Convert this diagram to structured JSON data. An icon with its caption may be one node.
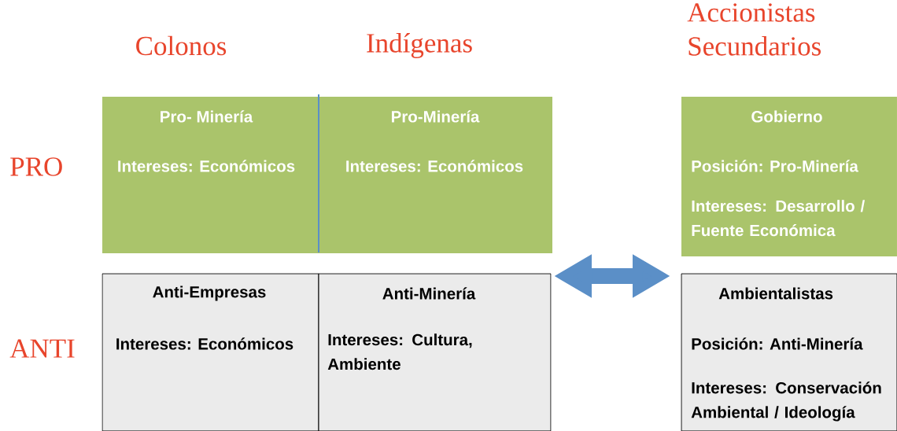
{
  "diagram": {
    "nodes": [
      {
        "text": [
          "Pro- Minería",
          "Intereses: Económicos"
        ]
      },
      {
        "text": [
          "Pro-Minería",
          "Intereses: Económicos"
        ]
      },
      {
        "text": [
          "Anti-Empresas",
          "Intereses: Económicos"
        ]
      },
      {
        "text": [
          "Anti-Minería",
          "Intereses: Cultura, Ambiente"
        ]
      },
      {
        "text": [
          "Gobierno",
          "Posición: Pro-Minería",
          "Intereses: Desarrollo / Fuente Económica"
        ]
      },
      {
        "text": [
          "Ambientalistas",
          "Posición: Anti-Minería",
          "Intereses: Conservación Ambiental / Ideología"
        ]
      }
    ],
    "edges": [
      {
        "from": 3,
        "to": 5,
        "arrow": "both"
      }
    ],
    "labels": [
      "Colonos",
      "Indígenas",
      "Accionistas Secundarios",
      "PRO",
      "ANTI"
    ]
  }
}
